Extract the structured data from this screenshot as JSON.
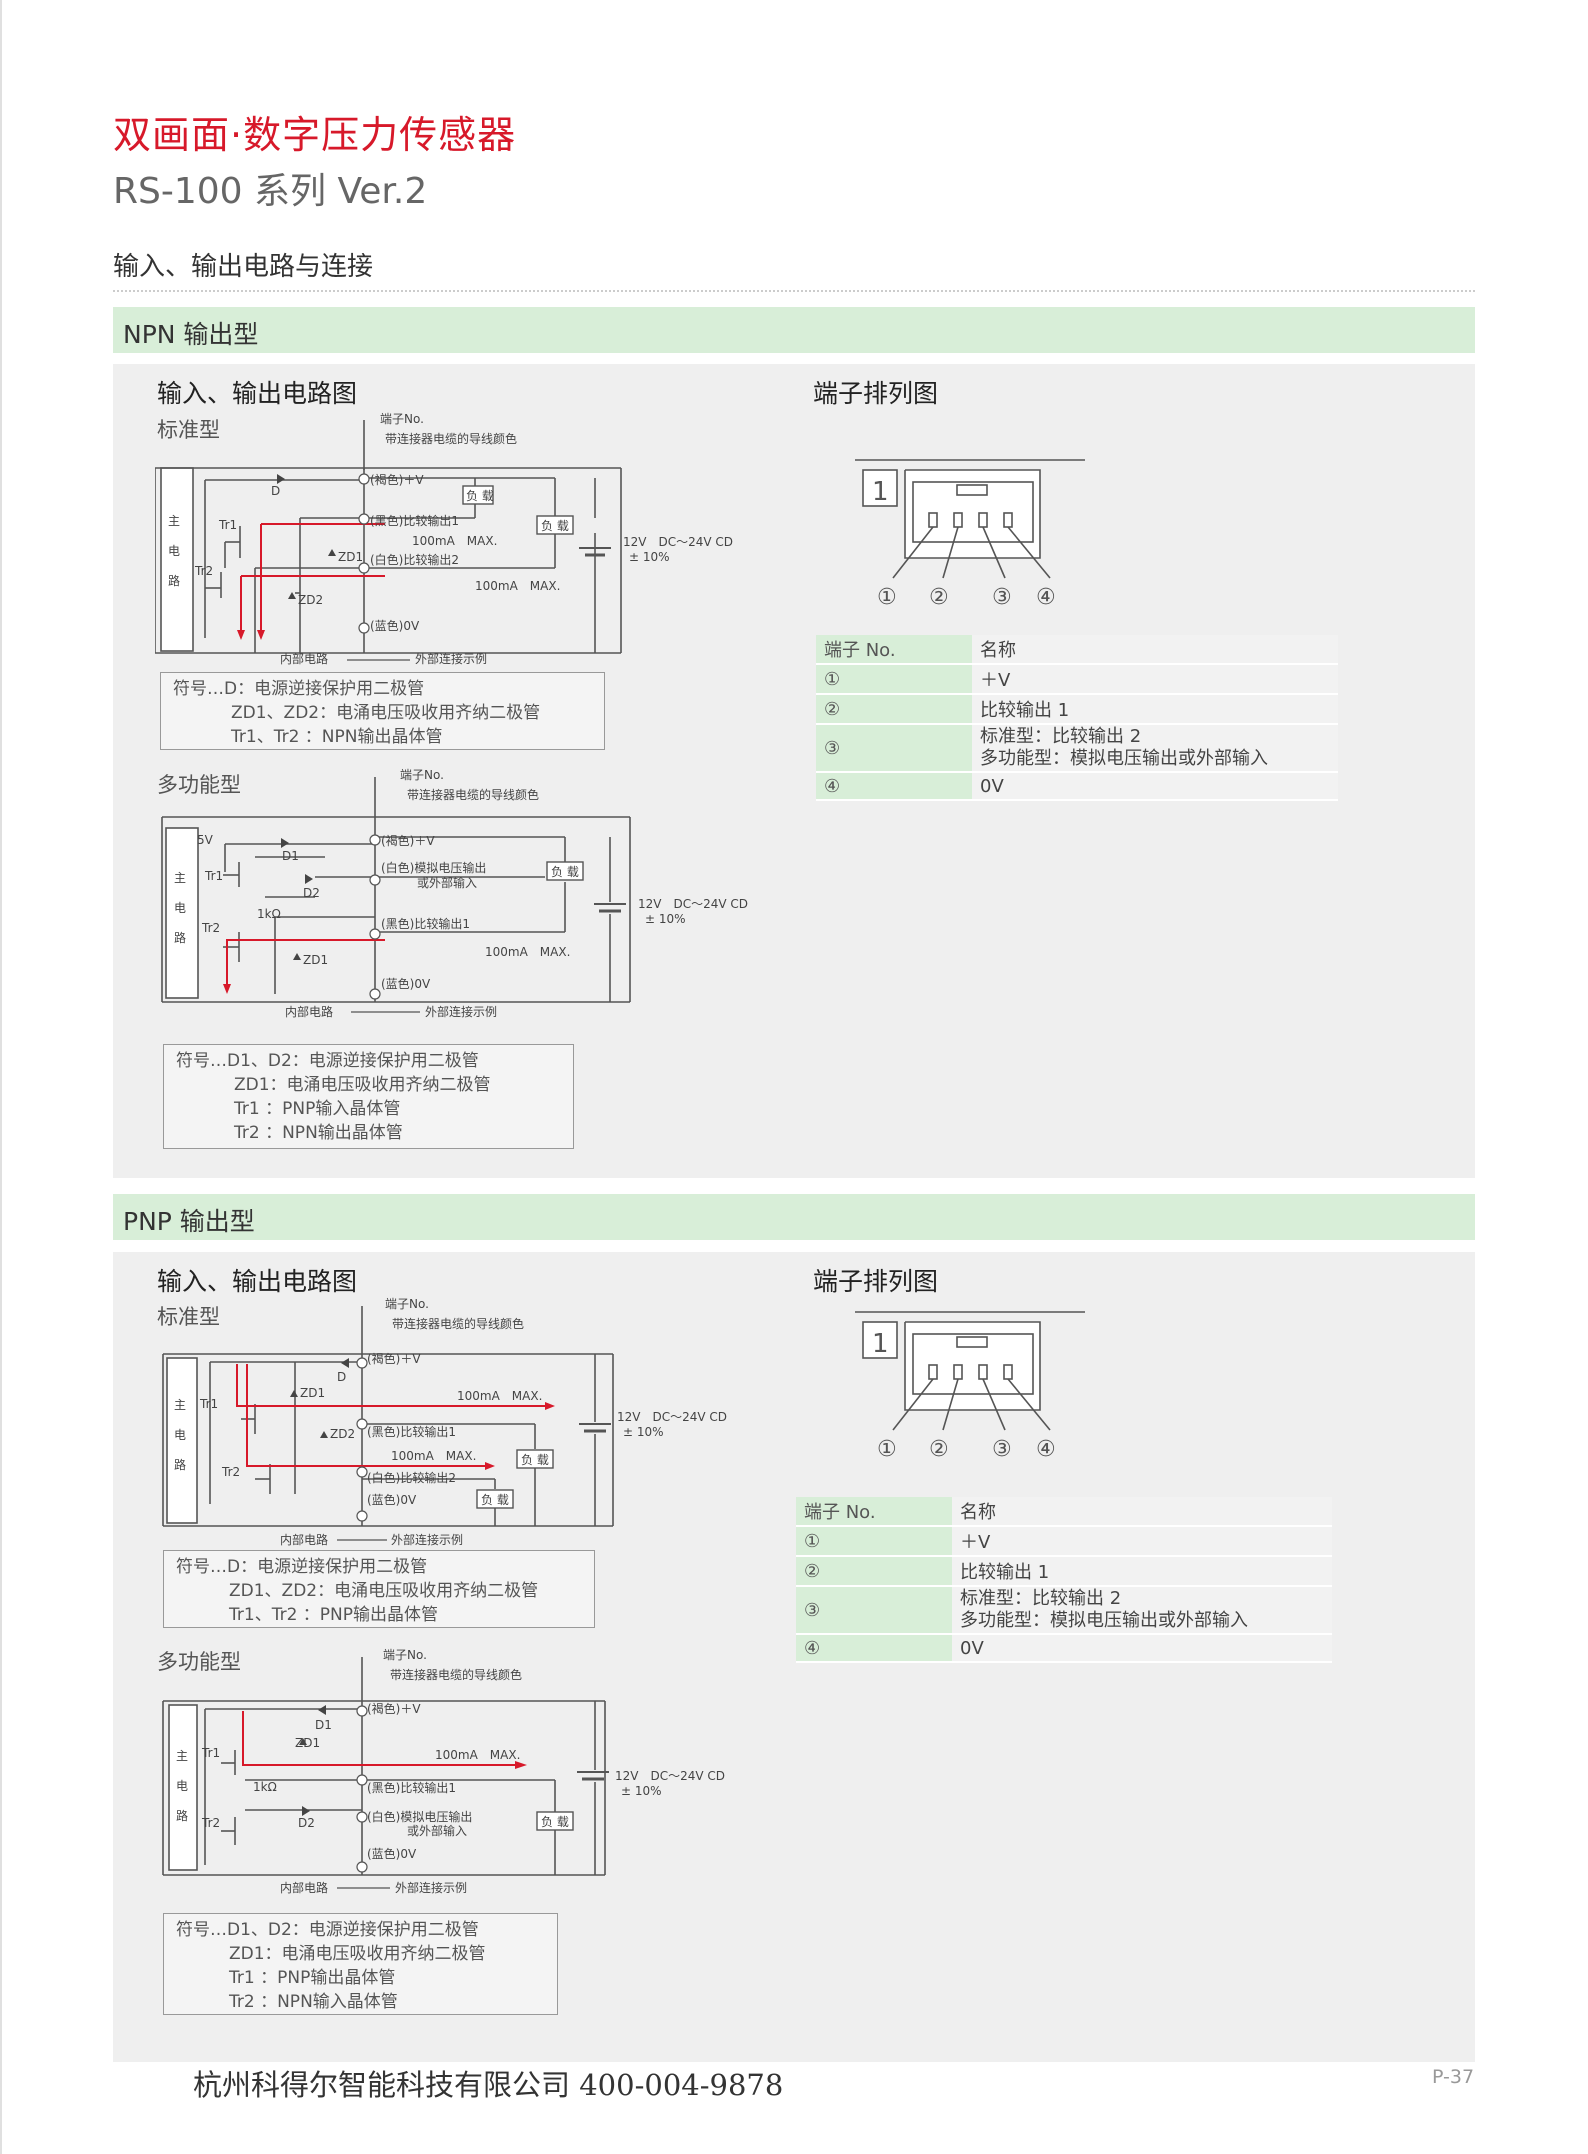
{
  "header": {
    "title": "双画面·数字压力传感器",
    "subtitle": "RS-100 系列 Ver.2",
    "section": "输入、输出电路与连接"
  },
  "npn": {
    "band": "NPN 输出型",
    "circuit_title": "输入、输出电路图",
    "terminal_title": "端子排列图",
    "standard": {
      "label": "标准型",
      "terminal_no": "端子No.",
      "wire_color": "带连接器电缆的导线颜色",
      "pin1": "(褐色)＋V",
      "pin2": "(黑色)比较输出1",
      "pin3": "(白色)比较输出2",
      "pin4": "(蓝色)0V",
      "load1": "负 载",
      "load2": "负 载",
      "current1": "100mA　MAX.",
      "current2": "100mA　MAX.",
      "supply": "12V　DC～24V CD",
      "tolerance": "± 10%",
      "main_circuit": [
        "主",
        "电",
        "路"
      ],
      "d": "D",
      "tr1": "Tr1",
      "tr2": "Tr2",
      "zd1": "ZD1",
      "zd2": "ZD2",
      "internal": "内部电路",
      "external": "外部连接示例",
      "legend": [
        "符号…D：电源逆接保护用二极管",
        "ZD1、ZD2：电涌电压吸收用齐纳二极管",
        "Tr1、Tr2 ：NPN输出晶体管"
      ]
    },
    "multi": {
      "label": "多功能型",
      "terminal_no": "端子No.",
      "wire_color": "带连接器电缆的导线颜色",
      "pin1": "(褐色)＋V",
      "pin3a": "(白色)模拟电压输出",
      "pin3b": "或外部输入",
      "pin2": "(黑色)比较输出1",
      "pin4": "(蓝色)0V",
      "load": "负 载",
      "current": "100mA　MAX.",
      "supply": "12V　DC～24V CD",
      "tolerance": "± 10%",
      "main_circuit": [
        "主",
        "电",
        "路"
      ],
      "v5": "5V",
      "d1": "D1",
      "d2": "D2",
      "r": "1kΩ",
      "tr1": "Tr1",
      "tr2": "Tr2",
      "zd1": "ZD1",
      "internal": "内部电路",
      "external": "外部连接示例",
      "legend": [
        "符号…D1、D2：电源逆接保护用二极管",
        "ZD1：电涌电压吸收用齐纳二极管",
        "Tr1 ：PNP输入晶体管",
        "Tr2 ：NPN输出晶体管"
      ]
    },
    "pins": [
      "①",
      "②",
      "③",
      "④"
    ],
    "connector_num": "1",
    "table": {
      "header": [
        "端子 No.",
        "名称"
      ],
      "rows": [
        {
          "no": "①",
          "name": "＋V"
        },
        {
          "no": "②",
          "name": "比较输出 1"
        },
        {
          "no": "③",
          "name": "标准型：比较输出 2",
          "name2": "多功能型：模拟电压输出或外部输入"
        },
        {
          "no": "④",
          "name": "0V"
        }
      ]
    }
  },
  "pnp": {
    "band": "PNP 输出型",
    "circuit_title": "输入、输出电路图",
    "terminal_title": "端子排列图",
    "standard": {
      "label": "标准型",
      "terminal_no": "端子No.",
      "wire_color": "带连接器电缆的导线颜色",
      "pin1": "(褐色)＋V",
      "pin2": "(黑色)比较输出1",
      "pin3": "(白色)比较输出2",
      "pin4": "(蓝色)0V",
      "load1": "负 载",
      "load2": "负 载",
      "current1": "100mA　MAX.",
      "current2": "100mA　MAX.",
      "supply": "12V　DC～24V CD",
      "tolerance": "± 10%",
      "main_circuit": [
        "主",
        "电",
        "路"
      ],
      "d": "D",
      "tr1": "Tr1",
      "tr2": "Tr2",
      "zd1": "ZD1",
      "zd2": "ZD2",
      "internal": "内部电路",
      "external": "外部连接示例",
      "legend": [
        "符号…D：电源逆接保护用二极管",
        "ZD1、ZD2：电涌电压吸收用齐纳二极管",
        "Tr1、Tr2 ：PNP输出晶体管"
      ]
    },
    "multi": {
      "label": "多功能型",
      "terminal_no": "端子No.",
      "wire_color": "带连接器电缆的导线颜色",
      "pin1": "(褐色)＋V",
      "pin2": "(黑色)比较输出1",
      "pin3a": "(白色)模拟电压输出",
      "pin3b": "或外部输入",
      "pin4": "(蓝色)0V",
      "load": "负 载",
      "current": "100mA　MAX.",
      "supply": "12V　DC～24V CD",
      "tolerance": "± 10%",
      "main_circuit": [
        "主",
        "电",
        "路"
      ],
      "d1": "D1",
      "d2": "D2",
      "r": "1kΩ",
      "tr1": "Tr1",
      "tr2": "Tr2",
      "zd1": "ZD1",
      "internal": "内部电路",
      "external": "外部连接示例",
      "legend": [
        "符号…D1、D2：电源逆接保护用二极管",
        "ZD1：电涌电压吸收用齐纳二极管",
        "Tr1 ：PNP输出晶体管",
        "Tr2 ：NPN输入晶体管"
      ]
    },
    "pins": [
      "①",
      "②",
      "③",
      "④"
    ],
    "connector_num": "1",
    "table": {
      "header": [
        "端子 No.",
        "名称"
      ],
      "rows": [
        {
          "no": "①",
          "name": "＋V"
        },
        {
          "no": "②",
          "name": "比较输出 1"
        },
        {
          "no": "③",
          "name": "标准型：比较输出 2",
          "name2": "多功能型：模拟电压输出或外部输入"
        },
        {
          "no": "④",
          "name": "0V"
        }
      ]
    }
  },
  "footer": {
    "company": "杭州科得尔智能科技有限公司  400-004-9878",
    "page": "P-37"
  },
  "colors": {
    "title": "#d7192a",
    "band": "#d8eed8",
    "panel": "#efefef",
    "current_path": "#d7192a"
  }
}
